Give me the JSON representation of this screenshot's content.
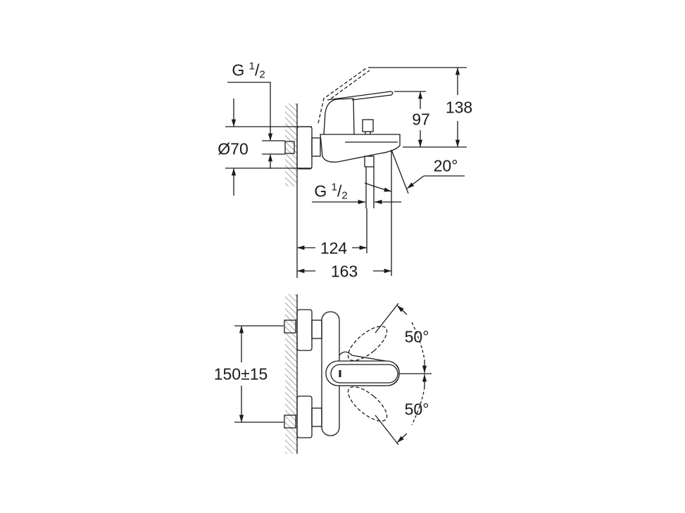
{
  "side_view": {
    "thread_top": {
      "g": "G",
      "num": "1",
      "den": "2"
    },
    "diameter": "Ø70",
    "height_lever": "97",
    "height_total": "138",
    "spout_angle": "20°",
    "thread_bottom": {
      "g": "G",
      "num": "1",
      "den": "2"
    },
    "depth_outlet": "124",
    "depth_total": "163"
  },
  "top_view": {
    "spacing": "150±15",
    "angle_up": "50°",
    "angle_down": "50°"
  },
  "colors": {
    "line": "#1a1a1a",
    "background": "#ffffff"
  }
}
